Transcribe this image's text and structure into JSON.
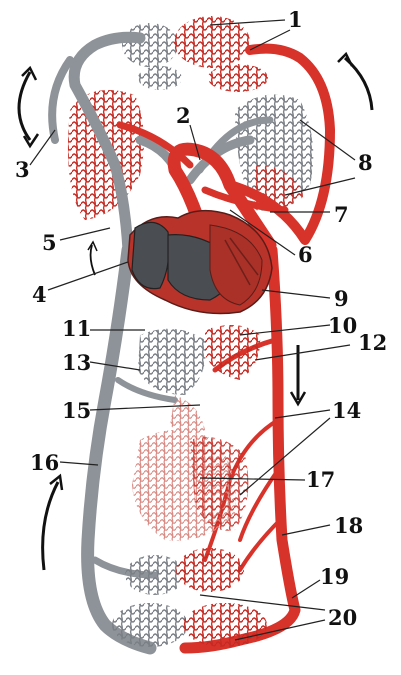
{
  "diagram": {
    "labels": [
      "1",
      "2",
      "3",
      "4",
      "5",
      "6",
      "7",
      "8",
      "9",
      "10",
      "11",
      "12",
      "13",
      "14",
      "15",
      "16",
      "17",
      "18",
      "19",
      "20"
    ]
  },
  "colors": {
    "artery": "#d8332a",
    "vein": "#8e9399",
    "capillary_red": "#c52a22",
    "capillary_gray": "#7a7f86",
    "liver_pink": "#d88a84",
    "heart_dark": "#4a4d52",
    "heart_red": "#b8332a"
  }
}
